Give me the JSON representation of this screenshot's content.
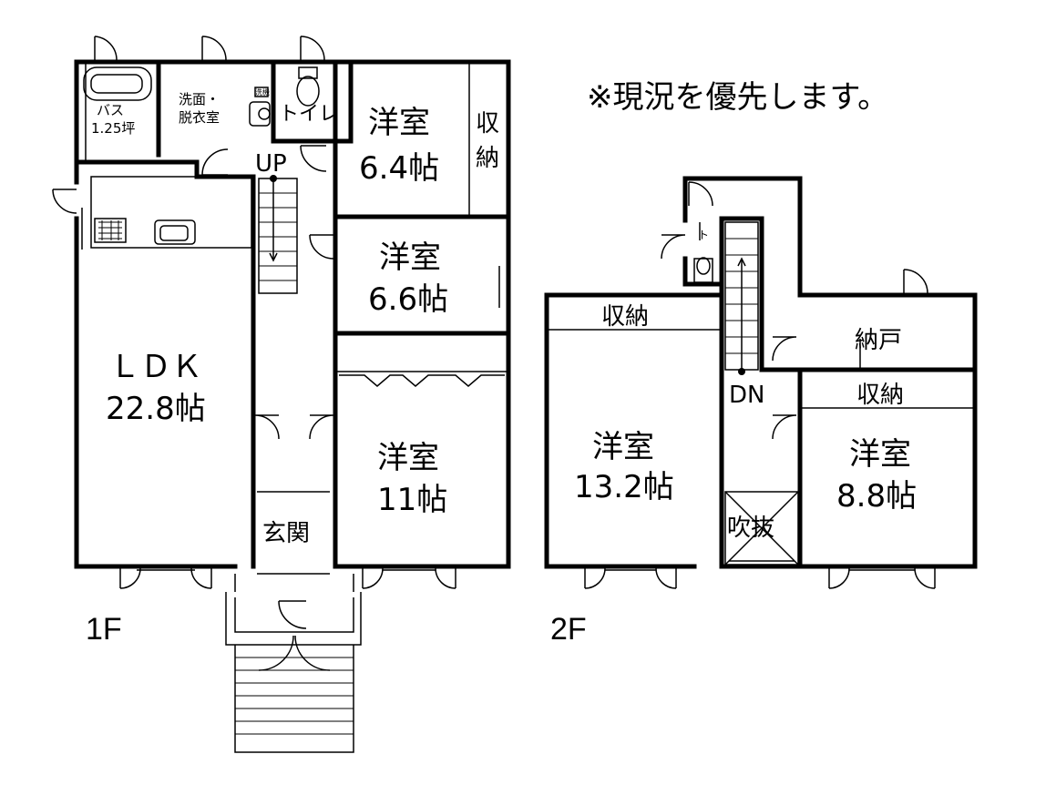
{
  "note": "※現況を優先します。",
  "floors": {
    "first": {
      "label": "1F",
      "rooms": {
        "bath": {
          "line1": "バス",
          "line2": "1.25坪"
        },
        "washroom": {
          "line1": "洗面・",
          "line2": "脱衣室"
        },
        "washer": "洗機",
        "toilet": "トイレ",
        "stairs_up": "UP",
        "bedroom_a": {
          "name": "洋室",
          "size": "6.4帖"
        },
        "storage_a": {
          "line1": "収",
          "line2": "納"
        },
        "bedroom_b": {
          "name": "洋室",
          "size": "6.6帖"
        },
        "ldk": {
          "name": "ＬＤＫ",
          "size": "22.8帖"
        },
        "bedroom_c": {
          "name": "洋室",
          "size": "11帖"
        },
        "entrance": "玄関"
      }
    },
    "second": {
      "label": "2F",
      "rooms": {
        "toilet": "ト",
        "stairs_down": "DN",
        "storage_left": "収納",
        "bedroom_left": {
          "name": "洋室",
          "size": "13.2帖"
        },
        "closet": "納戸",
        "storage_right": "収納",
        "bedroom_right": {
          "name": "洋室",
          "size": "8.8帖"
        },
        "void": "吹抜"
      }
    }
  }
}
